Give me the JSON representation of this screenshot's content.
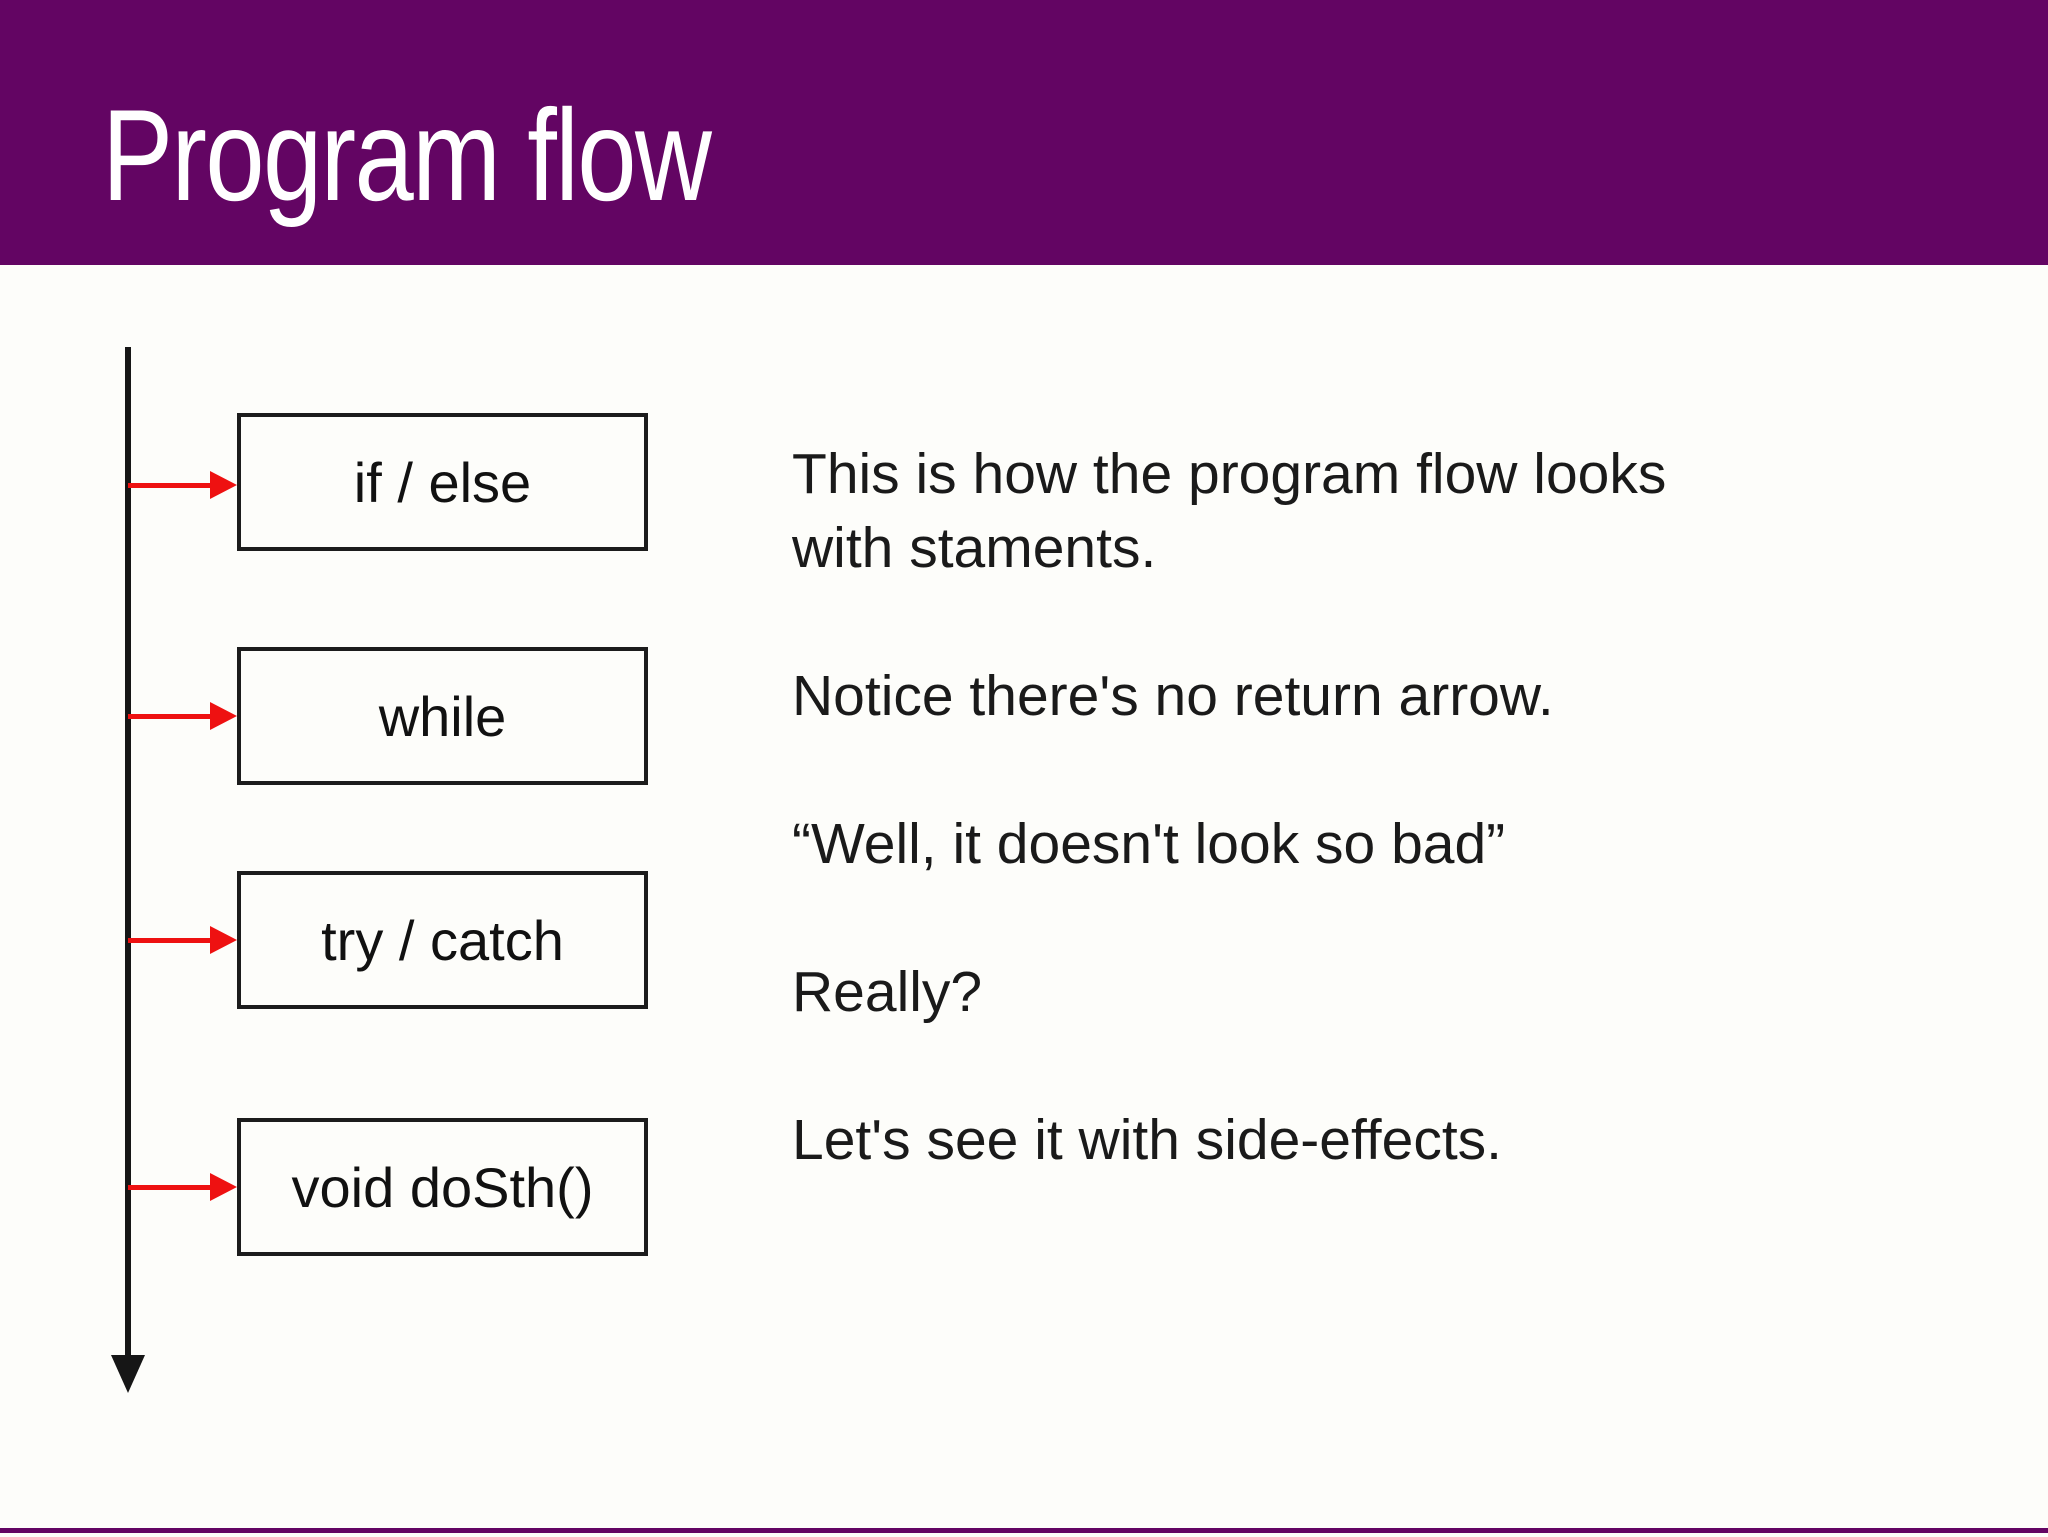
{
  "slide": {
    "title": "Program flow",
    "diagram": {
      "boxes": [
        "if / else",
        "while",
        "try / catch",
        "void doSth()"
      ]
    },
    "notes": [
      [
        "This is how the program flow looks",
        "with staments."
      ],
      [
        "Notice there's no return arrow."
      ],
      [
        "“Well, it doesn't look so bad”"
      ],
      [
        "Really?"
      ],
      [
        "Let's see it with side-effects."
      ]
    ],
    "colors": {
      "header_purple": "#630563",
      "arrow_red": "#ee1111",
      "flow_line_black": "#161616"
    }
  }
}
